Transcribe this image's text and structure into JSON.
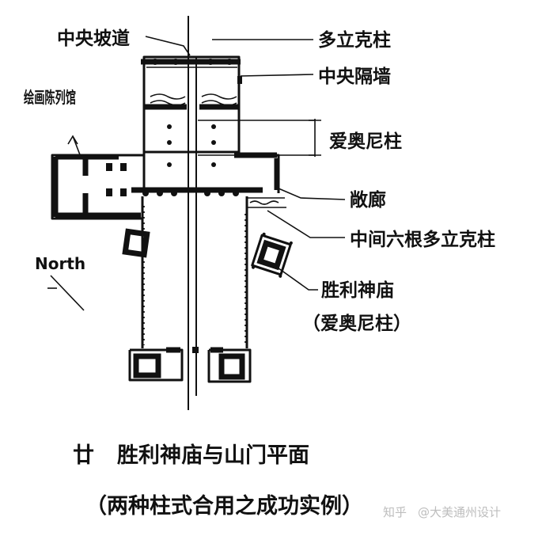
{
  "labels": {
    "central_ramp": "中央坡道",
    "multi_bracket_column": "多立克柱",
    "central_partition_wall": "中央隔墙",
    "ionic_column": "爱奥尼柱",
    "open_gallery": "敞廊",
    "inner_multi_bracket_column": "中间六根多立克柱",
    "victory_temple": "胜利神庙",
    "victory_temple_order": "（爱奥尼柱）",
    "painting_gallery": "绘画陈列馆",
    "north": "North"
  },
  "caption": {
    "number": "廿",
    "title": "胜利神庙与山门平面",
    "subtitle": "（两种柱式合用之成功实例）"
  },
  "watermark": {
    "site": "知乎",
    "author": "@大美通州设计"
  }
}
